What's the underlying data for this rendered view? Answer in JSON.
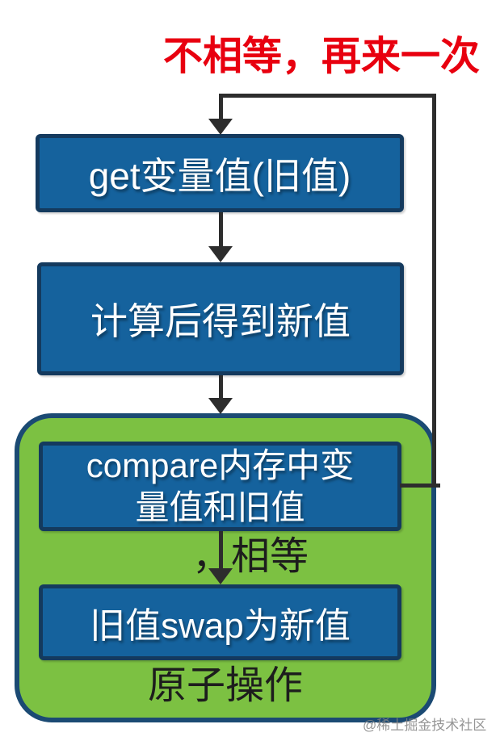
{
  "title": {
    "text": "不相等，再来一次"
  },
  "flow": {
    "node_get": "get变量值(旧值)",
    "node_calc": "计算后得到新值",
    "node_compare": "compare内存中变\n量值和旧值",
    "node_swap": "旧值swap为新值",
    "edge_equal_label": "，相等",
    "atomic_group_label": "原子操作"
  },
  "watermark": {
    "text": "@稀土掘金技术社区"
  },
  "colors": {
    "title_red": "#e8000f",
    "box_blue_fill": "#15629d",
    "box_border_navy": "#143a5e",
    "group_green_fill": "#7cc142",
    "group_border_navy": "#1b4a73",
    "connector_dark": "#2d2d2d",
    "box_text_white": "#ffffff",
    "watermark_gray": "#828282"
  }
}
